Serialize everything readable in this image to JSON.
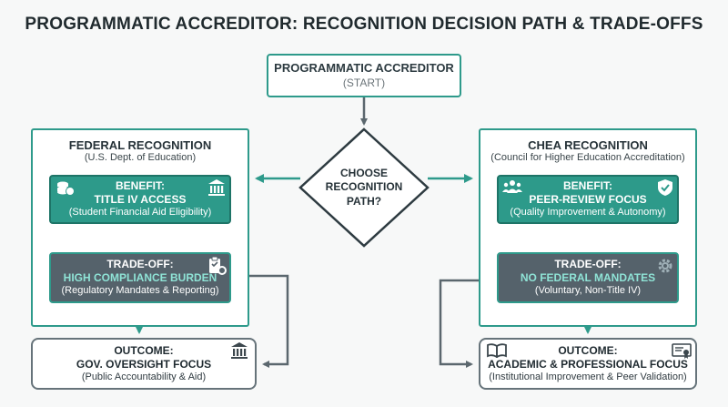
{
  "title": "PROGRAMMATIC ACCREDITOR: RECOGNITION DECISION PATH & TRADE-OFFS",
  "start": {
    "line1": "PROGRAMMATIC ACCREDITOR",
    "line2": "(START)"
  },
  "decision": {
    "line1": "CHOOSE",
    "line2": "RECOGNITION",
    "line3": "PATH?"
  },
  "federal": {
    "heading": "FEDERAL RECOGNITION",
    "subheading": "(U.S. Dept. of Education)",
    "benefit": {
      "label": "BENEFIT:",
      "title": "TITLE IV ACCESS",
      "detail": "(Student Financial Aid Eligibility)"
    },
    "tradeoff": {
      "label": "TRADE-OFF:",
      "title": "HIGH COMPLIANCE BURDEN",
      "detail": "(Regulatory Mandates & Reporting)"
    },
    "outcome": {
      "label": "OUTCOME:",
      "title": "GOV. OVERSIGHT FOCUS",
      "detail": "(Public Accountability & Aid)"
    }
  },
  "chea": {
    "heading": "CHEA RECOGNITION",
    "subheading": "(Council for Higher Education Accreditation)",
    "benefit": {
      "label": "BENEFIT:",
      "title": "PEER-REVIEW FOCUS",
      "detail": "(Quality Improvement & Autonomy)"
    },
    "tradeoff": {
      "label": "TRADE-OFF:",
      "title": "NO FEDERAL MANDATES",
      "detail": "(Voluntary, Non-Title IV)"
    },
    "outcome": {
      "label": "OUTCOME:",
      "title": "ACADEMIC & PROFESSIONAL FOCUS",
      "detail": "(Institutional Improvement & Peer Validation)"
    }
  },
  "colors": {
    "teal": "#2e9a8b",
    "slate": "#55626b",
    "accent_text": "#8fe3d6",
    "arrow_gray": "#5b676e"
  },
  "icons": [
    "coins-icon",
    "bank-icon",
    "clipboard-gear-icon",
    "people-icon",
    "shield-check-icon",
    "gear-icon",
    "book-icon",
    "certificate-icon",
    "bank-icon"
  ]
}
